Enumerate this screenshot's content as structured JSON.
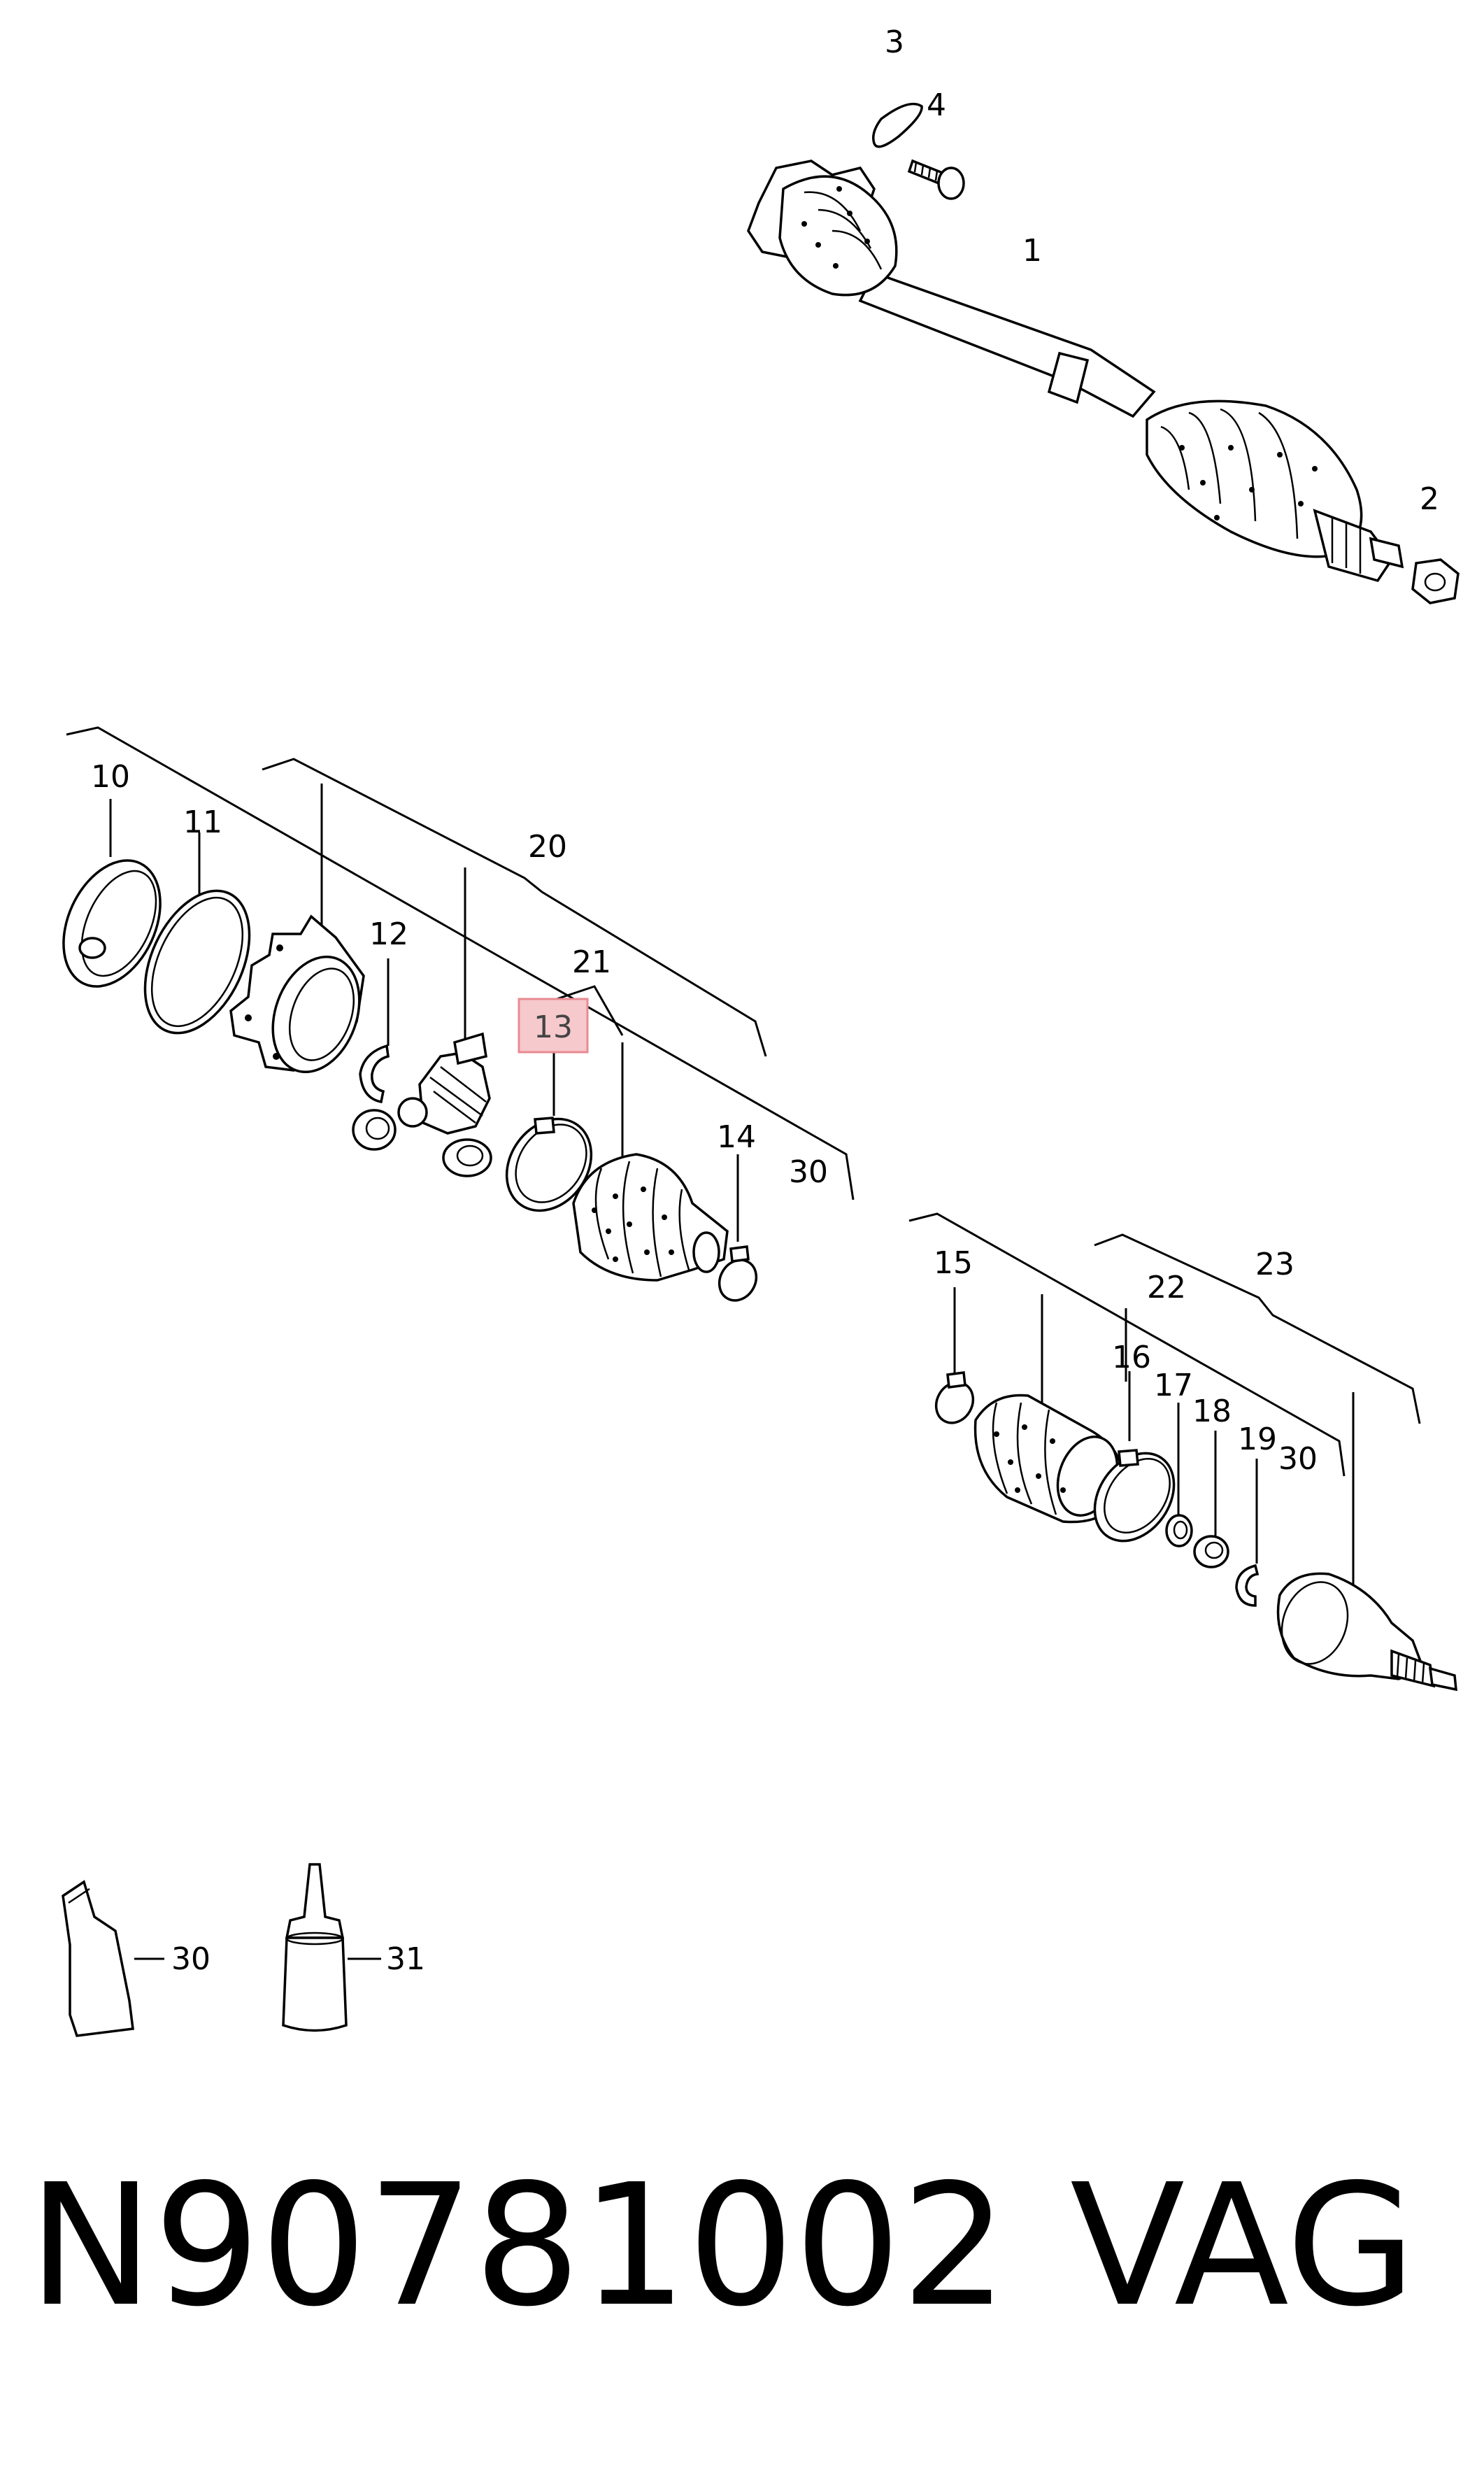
{
  "callouts": {
    "c1": "1",
    "c2": "2",
    "c3": "3",
    "c4": "4",
    "c10": "10",
    "c11": "11",
    "c12": "12",
    "c13": "13",
    "c14": "14",
    "c15": "15",
    "c16": "16",
    "c17": "17",
    "c18": "18",
    "c19": "19",
    "c20": "20",
    "c21": "21",
    "c22": "22",
    "c23": "23",
    "c30a": "30",
    "c30b": "30",
    "c30c": "30",
    "c31": "31"
  },
  "highlight": {
    "callout": "13",
    "color": "#f6c9cc"
  },
  "footer": {
    "part_number": "N90781002",
    "brand": "VAG"
  }
}
